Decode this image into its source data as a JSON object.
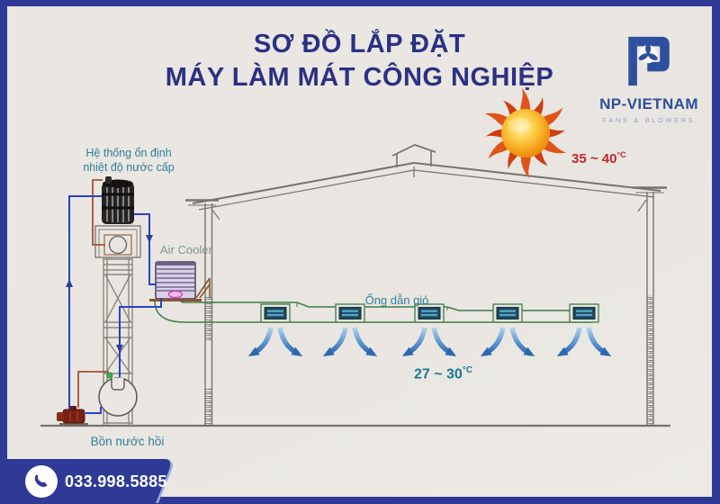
{
  "frame": {
    "background": "#eae7e2",
    "border_color": "#2e3a96"
  },
  "header": {
    "title_line1": "SƠ ĐỒ LẮP ĐẶT",
    "title_line2": "MÁY LÀM MÁT CÔNG NGHIỆP"
  },
  "logo": {
    "name": "NP-VIETNAM",
    "tagline": "FANS & BLOWERS",
    "icon": "fan-monogram-icon",
    "color": "#2d4f9e"
  },
  "diagram": {
    "sun_icon": "sun-icon",
    "outdoor_temp": "35 ~ 40",
    "indoor_temp": "27 ~ 30",
    "temp_unit": "°C",
    "supply_label_line1": "Hệ thống ổn định",
    "supply_label_line2": "nhiệt độ nước cấp",
    "air_cooler_label": "Air Cooler",
    "duct_label": "Ống dẫn gió",
    "return_tank_label": "Bồn nước hồi",
    "vent_count": 5,
    "colors": {
      "title_navy": "#2c3083",
      "accent_navy": "#2e3a96",
      "teal_label": "#2e7f9c",
      "hot_red": "#c0272d",
      "cool_teal": "#17798f",
      "duct_green": "#3e7c46",
      "pipe_blue": "#2643c8",
      "pipe_brown": "#a2542f",
      "airflow_blue": "#2f68b0"
    }
  },
  "footer": {
    "phone": "033.998.5885",
    "icon": "phone-icon"
  }
}
